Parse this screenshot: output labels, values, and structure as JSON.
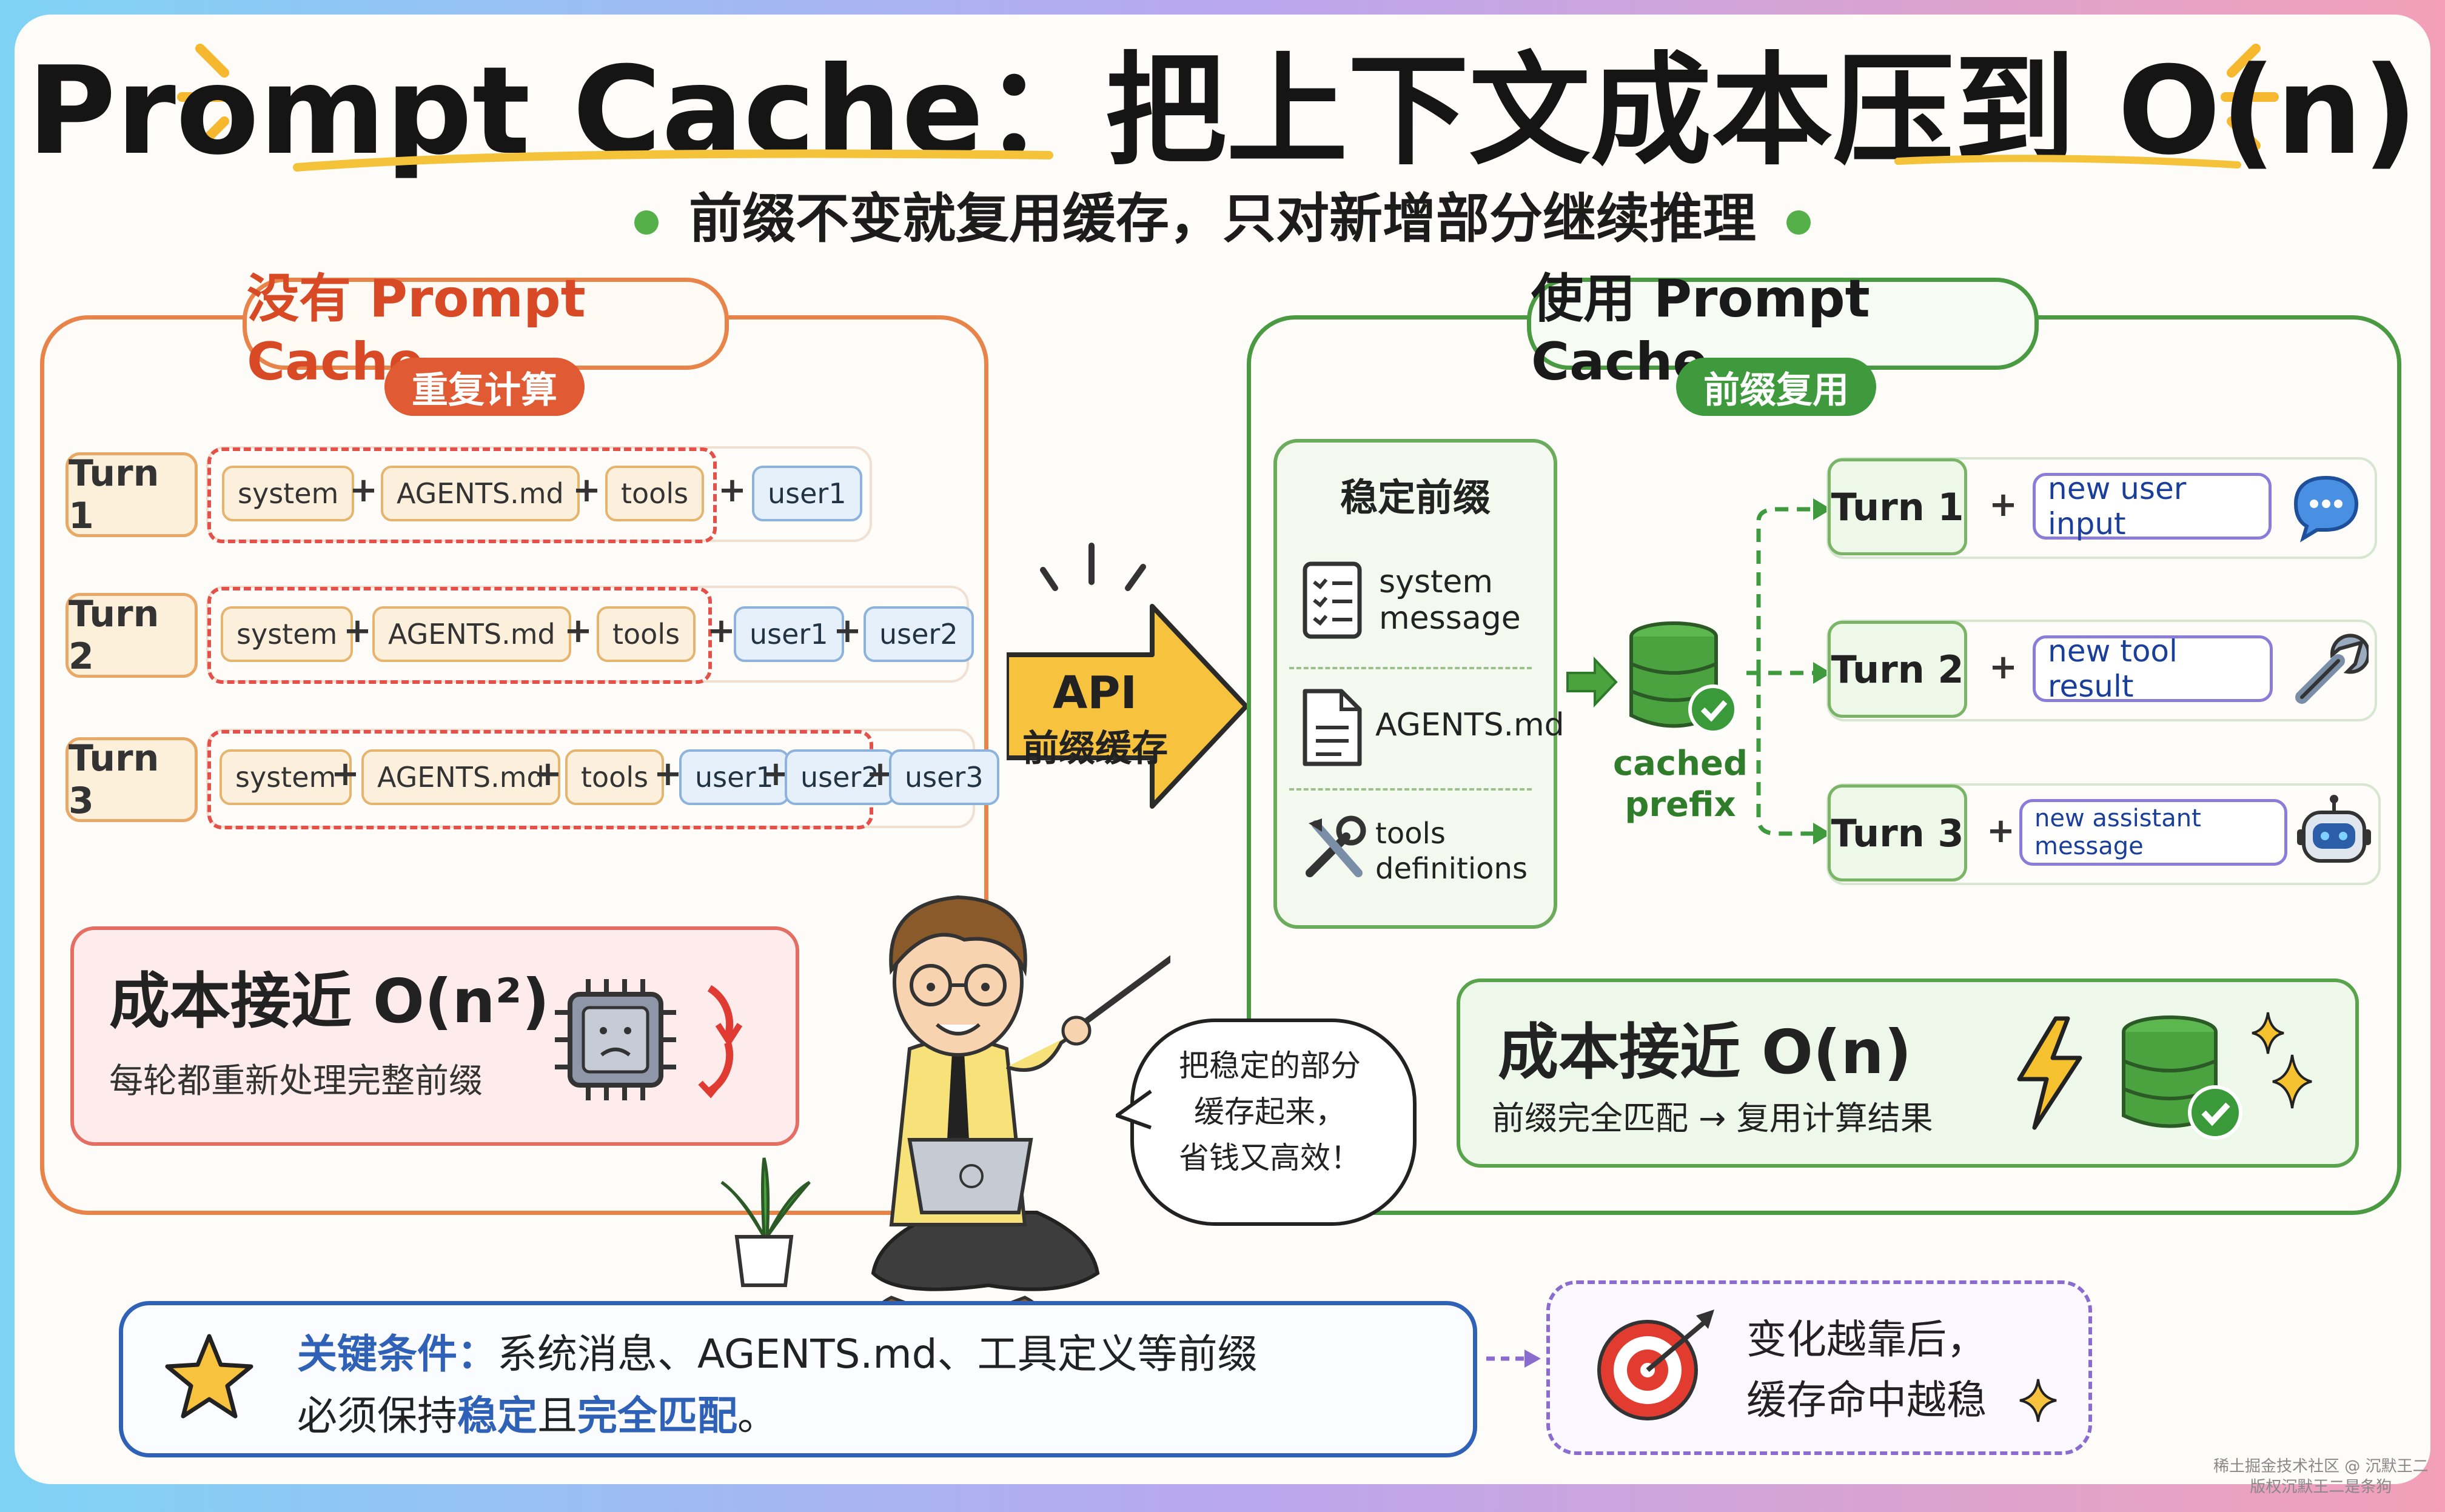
{
  "title": "Prompt Cache：把上下文成本压到 O(n)",
  "subtitle": "前缀不变就复用缓存，只对新增部分继续推理",
  "left_panel": {
    "tag": "没有 Prompt Cache",
    "pill": "重复计算",
    "turns": [
      "Turn 1",
      "Turn 2",
      "Turn 3"
    ],
    "tokens": {
      "system": "system",
      "agents": "AGENTS.md",
      "tools": "tools",
      "user1": "user1",
      "user2": "user2",
      "user3": "user3"
    },
    "plus": "+",
    "cost_title": "成本接近 O(n²)",
    "cost_desc": "每轮都重新处理完整前缀"
  },
  "api_arrow": {
    "line1": "API",
    "line2": "前缀缓存"
  },
  "right_panel": {
    "tag": "使用 Prompt Cache",
    "pill": "前缀复用",
    "stable_title": "稳定前缀",
    "stable_items": [
      {
        "icon": "document-list-icon",
        "l1": "system",
        "l2": "message"
      },
      {
        "icon": "document-icon",
        "l1": "AGENTS.md",
        "l2": ""
      },
      {
        "icon": "tools-icon",
        "l1": "tools",
        "l2": "definitions"
      }
    ],
    "cached_l1": "cached",
    "cached_l2": "prefix",
    "turns": [
      "Turn 1",
      "Turn 2",
      "Turn 3"
    ],
    "messages": [
      "new user input",
      "new tool result",
      "new assistant message"
    ],
    "cost_title": "成本接近 O(n)",
    "cost_desc": "前缀完全匹配 → 复用计算结果"
  },
  "speech": {
    "l1": "把稳定的部分",
    "l2": "缓存起来，",
    "l3": "省钱又高效！"
  },
  "key": {
    "label": "关键条件：",
    "l1": "系统消息、AGENTS.md、工具定义等前缀",
    "l2a": "必须保持",
    "l2b": "稳定",
    "l2c": "且",
    "l2d": "完全匹配",
    "l2e": "。"
  },
  "tip": {
    "l1": "变化越靠后，",
    "l2": "缓存命中越稳"
  },
  "watermark": {
    "l1": "稀土掘金技术社区 @ 沉默王二",
    "l2": "版权沉默王二是条狗"
  },
  "colors": {
    "accent_orange": "#e8844a",
    "accent_green": "#4a9a42",
    "accent_red": "#e05a34",
    "accent_blue": "#2f62b7",
    "arrow_yellow": "#f7c23e"
  }
}
